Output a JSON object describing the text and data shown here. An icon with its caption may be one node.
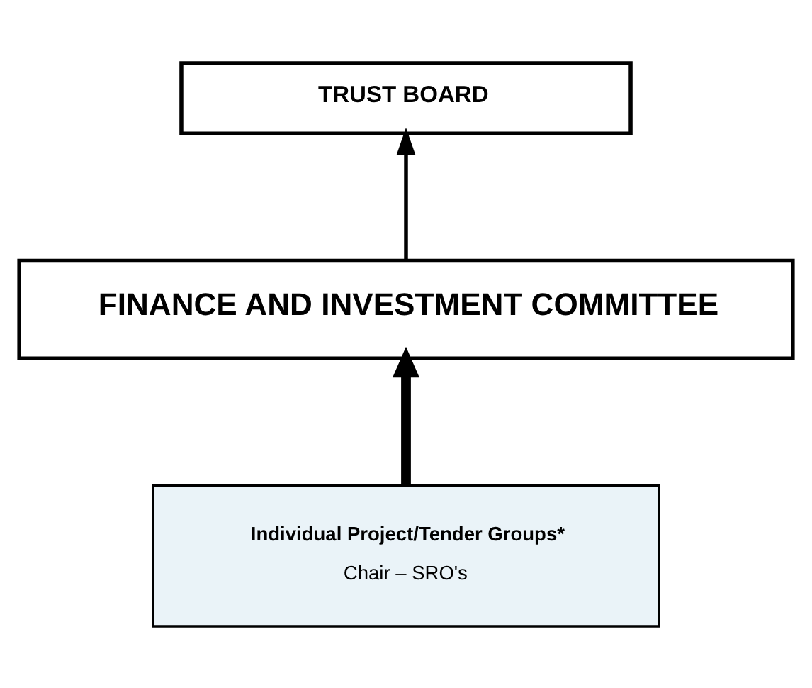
{
  "diagram": {
    "nodes": [
      {
        "text": [
          "TRUST BOARD"
        ]
      },
      {
        "text": [
          "FINANCE AND INVESTMENT COMMITTEE"
        ]
      },
      {
        "text": [
          "Individual Project/Tender Groups*",
          "Chair – SRO's"
        ]
      }
    ],
    "edges": [
      {
        "from": 1,
        "to": 0,
        "arrow": "to"
      },
      {
        "from": 2,
        "to": 1,
        "arrow": "to",
        "style": "thick"
      }
    ]
  }
}
